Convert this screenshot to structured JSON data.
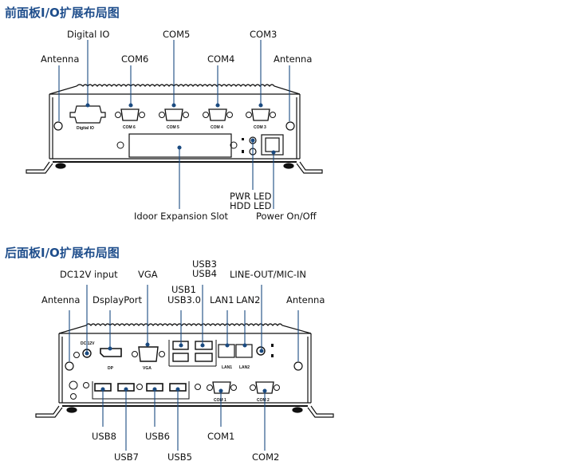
{
  "front": {
    "title": "前面板I/O扩展布局图",
    "labels": {
      "digital_io": "Digital IO",
      "com5": "COM5",
      "com3": "COM3",
      "antenna_left": "Antenna",
      "com6": "COM6",
      "com4": "COM4",
      "antenna_right": "Antenna",
      "pwr_led": "PWR LED",
      "hdd_led": "HDD LED",
      "idoor_slot": "Idoor Expansion Slot",
      "power_switch": "Power On/Off"
    },
    "panel_marks": {
      "digital_io": "Digital IO",
      "com6": "COM 6",
      "com5": "COM 5",
      "com4": "COM 4",
      "com3": "COM 3"
    }
  },
  "rear": {
    "title": "后面板I/O扩展布局图",
    "labels": {
      "usb3": "USB3",
      "usb4": "USB4",
      "dc12v": "DC12V input",
      "vga": "VGA",
      "line_out_mic_in": "LINE-OUT/MIC-IN",
      "usb1": "USB1",
      "usb30": "USB3.0",
      "antenna_left": "Antenna",
      "displayport": "DsplayPort",
      "lan1": "LAN1",
      "lan2": "LAN2",
      "antenna_right": "Antenna",
      "usb8": "USB8",
      "usb6": "USB6",
      "com1": "COM1",
      "usb7": "USB7",
      "usb5": "USB5",
      "com2": "COM2"
    },
    "panel_marks": {
      "dp": "DP",
      "vga": "VGA",
      "lan1": "LAN1",
      "lan2": "LAN2",
      "com1": "COM 1",
      "com2": "COM 2",
      "dc": "DC 12V"
    }
  },
  "colors": {
    "title": "#1f4e8c",
    "leader": "#1a4a80"
  }
}
